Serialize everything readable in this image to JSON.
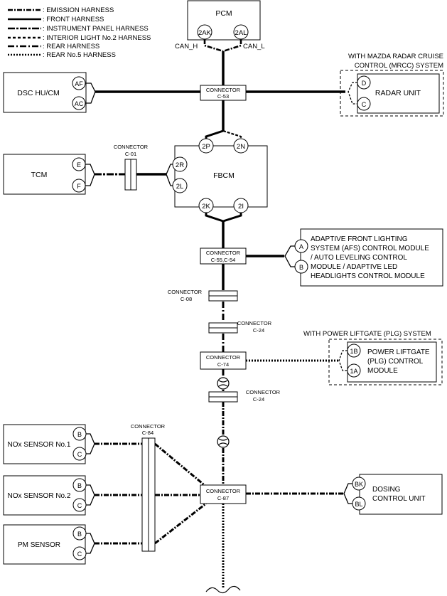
{
  "legend": [
    {
      "label": ": EMISSION HARNESS",
      "style": "emission"
    },
    {
      "label": ": FRONT HARNESS",
      "style": "front"
    },
    {
      "label": ": INSTRUMENT PANEL HARNESS",
      "style": "instrument"
    },
    {
      "label": ": INTERIOR LIGHT No.2 HARNESS",
      "style": "interior"
    },
    {
      "label": ": REAR HARNESS",
      "style": "rear"
    },
    {
      "label": ": REAR No.5 HARNESS",
      "style": "rear5"
    }
  ],
  "modules": {
    "pcm": "PCM",
    "dsc": "DSC HU/CM",
    "radar": "RADAR UNIT",
    "tcm": "TCM",
    "fbcm": "FBCM",
    "afs": [
      "ADAPTIVE FRONT LIGHTING",
      "SYSTEM (AFS) CONTROL MODULE",
      "/ AUTO LEVELING CONTROL",
      "MODULE / ADAPTIVE LED",
      "HEADLIGHTS CONTROL MODULE"
    ],
    "plg": [
      "POWER LIFTGATE",
      "(PLG) CONTROL",
      "MODULE"
    ],
    "nox1": "NOx SENSOR No.1",
    "nox2": "NOx SENSOR No.2",
    "pm": "PM SENSOR",
    "dosing": [
      "DOSING",
      "CONTROL UNIT"
    ]
  },
  "notes": {
    "mrcc": [
      "WITH MAZDA RADAR CRUISE",
      "CONTROL (MRCC) SYSTEM"
    ],
    "plg": "WITH POWER LIFTGATE (PLG) SYSTEM"
  },
  "signals": {
    "can_h": "CAN_H",
    "can_l": "CAN_L"
  },
  "connectors": {
    "c53": [
      "CONNECTOR",
      "C-53"
    ],
    "c01": [
      "CONNECTOR",
      "C-01"
    ],
    "c55": [
      "CONNECTOR",
      "C-55,C-54"
    ],
    "c08": [
      "CONNECTOR",
      "C-08"
    ],
    "c24a": [
      "CONNECTOR",
      "C-24"
    ],
    "c74": [
      "CONNECTOR",
      "C-74"
    ],
    "c24b": [
      "CONNECTOR",
      "C-24"
    ],
    "c84": [
      "CONNECTOR",
      "C-84"
    ],
    "c87": [
      "CONNECTOR",
      "C-87"
    ]
  },
  "pins": {
    "pcm_h": "2AK",
    "pcm_l": "2AL",
    "dsc_h": "AF",
    "dsc_l": "AC",
    "radar_h": "D",
    "radar_l": "C",
    "tcm_h": "E",
    "tcm_l": "F",
    "fbcm_2p": "2P",
    "fbcm_2n": "2N",
    "fbcm_2r": "2R",
    "fbcm_2l": "2L",
    "fbcm_2k": "2K",
    "fbcm_2i": "2I",
    "afs_h": "A",
    "afs_l": "B",
    "plg_h": "1B",
    "plg_l": "1A",
    "nox1_h": "B",
    "nox1_l": "C",
    "nox2_h": "B",
    "nox2_l": "C",
    "pm_h": "B",
    "pm_l": "C",
    "dosing_h": "BK",
    "dosing_l": "BL"
  }
}
